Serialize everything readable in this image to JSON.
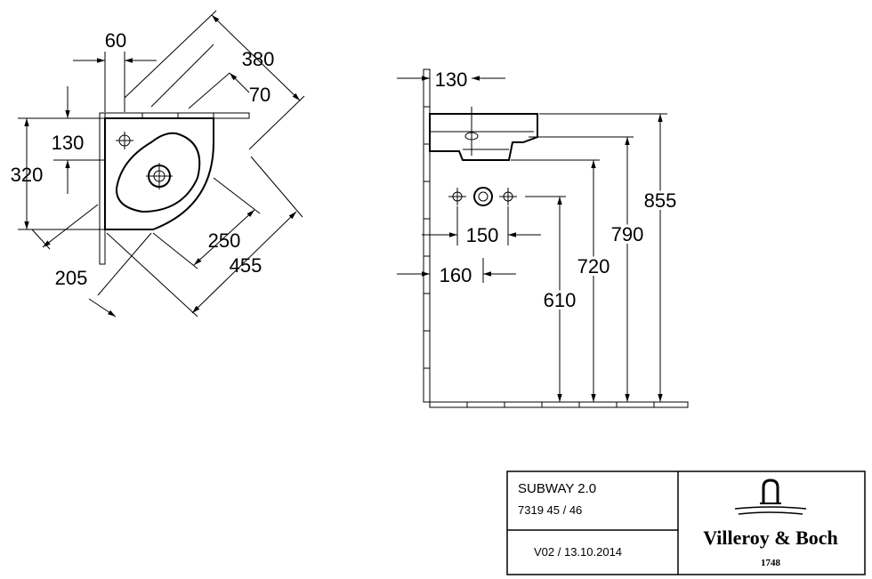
{
  "plan_dims": {
    "d60": "60",
    "d380": "380",
    "d70": "70",
    "d130": "130",
    "d320": "320",
    "d250": "250",
    "d455": "455",
    "d205": "205"
  },
  "side_dims": {
    "d130": "130",
    "d150": "150",
    "d160": "160",
    "d855": "855",
    "d790": "790",
    "d720": "720",
    "d610": "610"
  },
  "title_block": {
    "product": "SUBWAY 2.0",
    "article": "7319 45 / 46",
    "version": "V02 / 13.10.2014",
    "brand": "Villeroy & Boch",
    "year": "1748"
  },
  "colors": {
    "line": "#000000",
    "background": "#ffffff"
  }
}
